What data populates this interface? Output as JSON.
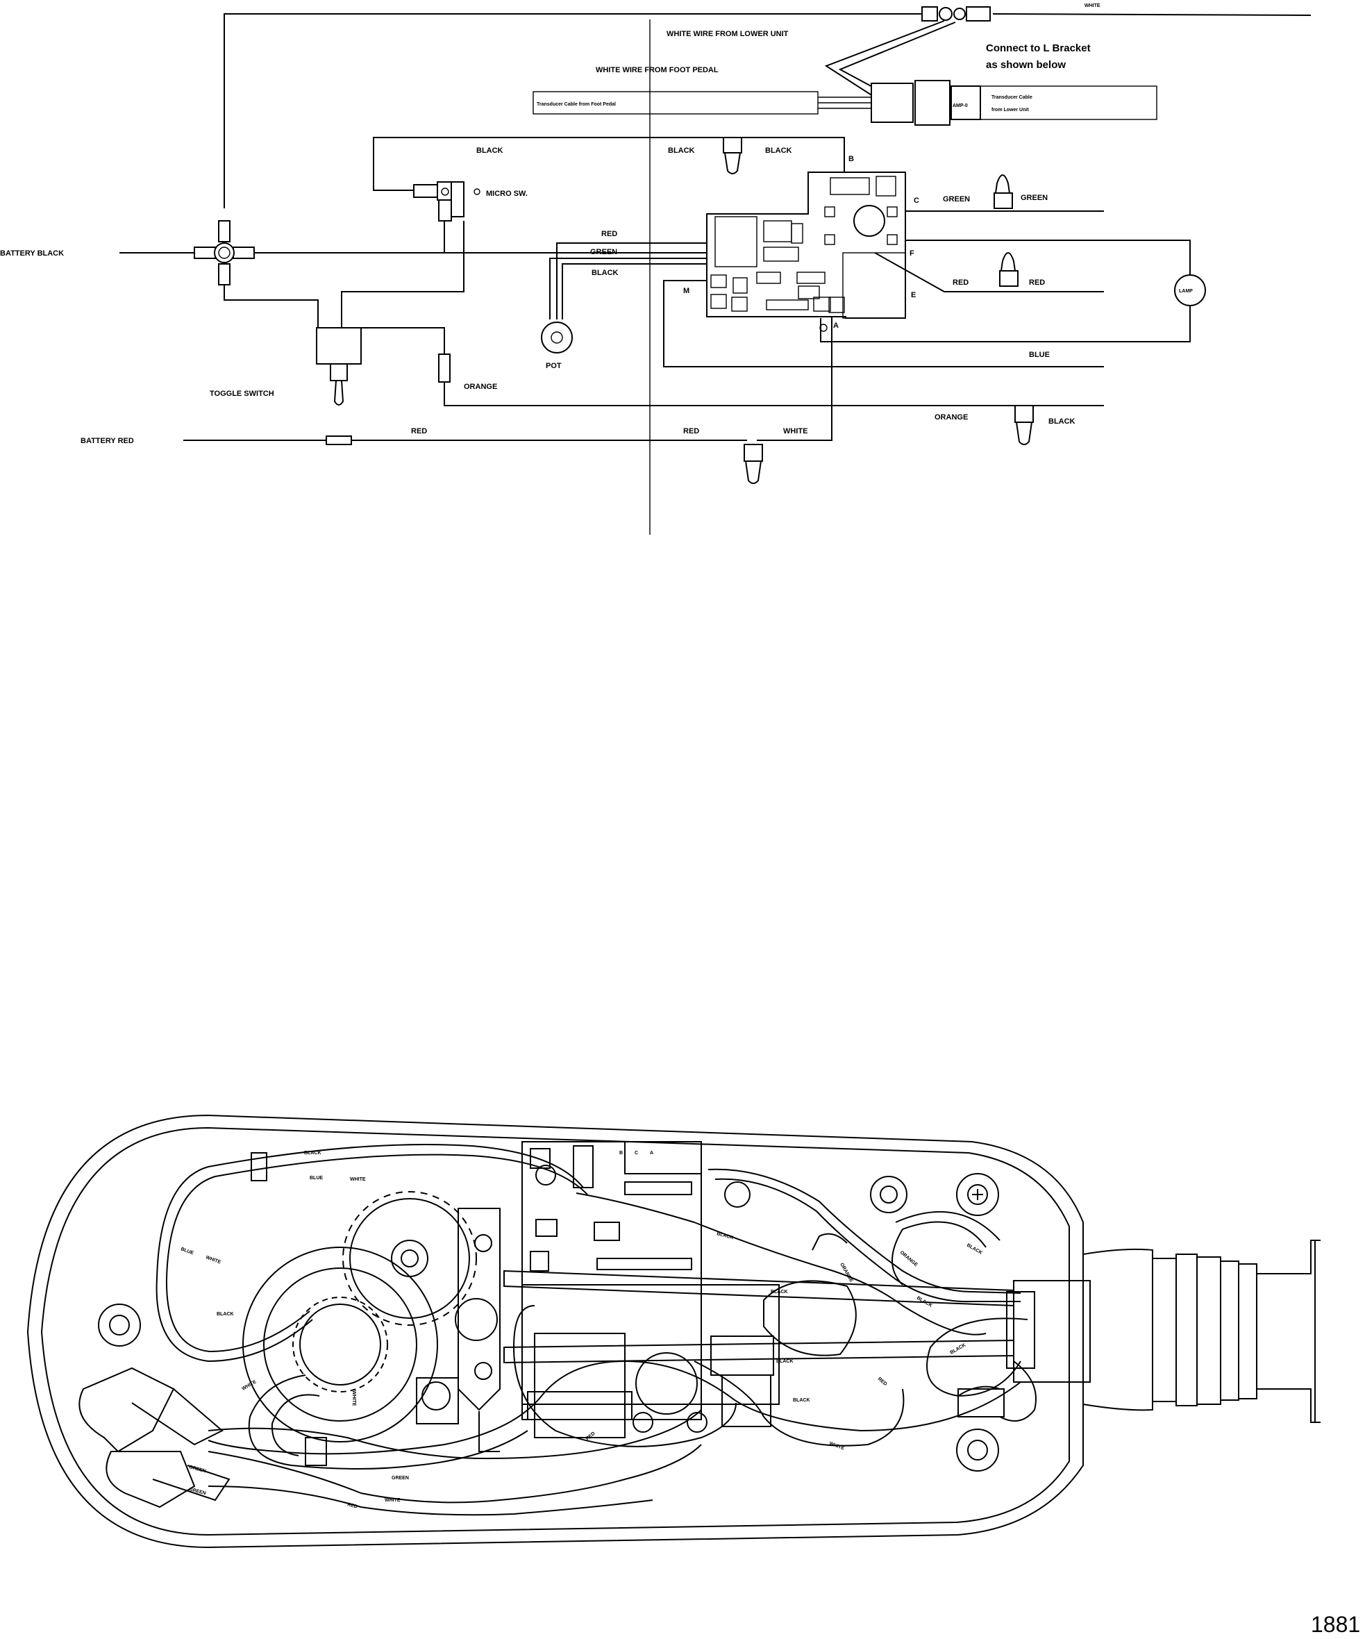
{
  "schematic": {
    "wire_labels": {
      "white_top": "WHITE",
      "white_wire_lower_unit": "WHITE WIRE FROM LOWER UNIT",
      "white_wire_foot_pedal": "WHITE WIRE FROM FOOT PEDAL",
      "connect_line1": "Connect to L Bracket",
      "connect_line2": "as shown below",
      "transducer_left": "Transducer Cable from Foot Pedal",
      "transducer_right_1": "Transducer Cable",
      "transducer_right_2": "from Lower Unit",
      "black_top_left": "BLACK",
      "black_top_mid1": "BLACK",
      "black_top_mid2": "BLACK",
      "micro_sw": "MICRO SW.",
      "battery_black": "BATTERY BLACK",
      "red_pot": "RED",
      "green_pot": "GREEN",
      "black_pot": "BLACK",
      "pot": "POT",
      "toggle_switch": "TOGGLE SWITCH",
      "orange_left": "ORANGE",
      "battery_red": "BATTERY RED",
      "red_bottom1": "RED",
      "red_bottom2": "RED",
      "white_bottom": "WHITE",
      "green_c1": "GREEN",
      "green_c2": "GREEN",
      "red_e1": "RED",
      "red_e2": "RED",
      "lamp": "LAMP",
      "blue": "BLUE",
      "orange_right": "ORANGE",
      "black_right": "BLACK",
      "amp": "AMP-0"
    },
    "terminal_labels": {
      "b": "B",
      "c": "C",
      "f": "F",
      "e": "E",
      "a": "A",
      "m": "M"
    }
  },
  "housing": {
    "wire_labels": {
      "black_1": "BLACK",
      "blue_1": "BLUE",
      "white_1": "WHITE",
      "blue_2": "BLUE",
      "white_2": "WHITE",
      "black_2": "BLACK",
      "white_3": "WHITE",
      "white_4": "WHITE",
      "green_1": "GREEN",
      "green_2": "GREEN",
      "red_1": "RED",
      "white_5": "WHITE",
      "green_3": "GREEN",
      "red_2": "RED",
      "black_3": "BLACK",
      "black_4": "BLACK",
      "black_5": "BLACK",
      "black_6": "BLACK",
      "orange_1": "ORANGE",
      "orange_2": "ORANGE",
      "black_7": "BLACK",
      "black_8": "BLACK",
      "black_9": "BLACK",
      "red_3": "RED",
      "white_6": "WHITE"
    },
    "board_labels": [
      "B",
      "C",
      "A"
    ]
  },
  "page_number": "1881"
}
